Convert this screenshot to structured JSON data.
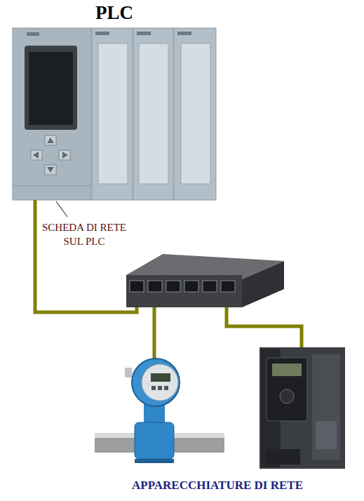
{
  "diagram": {
    "nodes": [
      {
        "text": [
          "PLC"
        ]
      }
    ],
    "labels": [
      "SCHEDA DI RETE SUL PLC",
      "APPARECCHIATURE DI RETE"
    ]
  }
}
